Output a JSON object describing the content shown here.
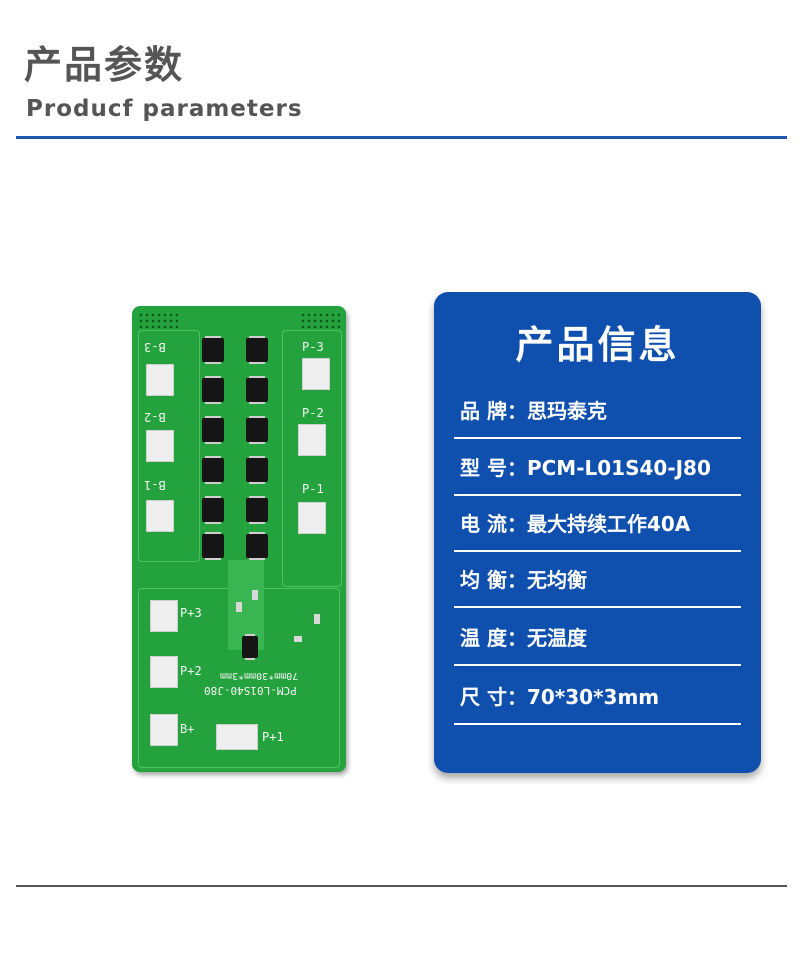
{
  "header": {
    "title_cn": "产品参数",
    "title_en": "Producf  parameters"
  },
  "pcb": {
    "label_b3": "B-3",
    "label_b2": "B-2",
    "label_b1": "B-1",
    "label_p3": "P-3",
    "label_p2": "P-2",
    "label_p1": "P-1",
    "label_pp3": "P+3",
    "label_pp2": "P+2",
    "label_bp": "B+",
    "label_pp1": "P+1",
    "model_silk": "PCM-L01S40-J80",
    "size_silk": "70mm*30mm*3mm"
  },
  "card": {
    "title": "产品信息",
    "rows": [
      "品 牌：思玛泰克",
      "型  号：PCM-L01S40-J80",
      "电  流：最大持续工作40A",
      "均  衡：无均衡",
      "温  度：无温度",
      "尺  寸：70*30*3mm"
    ]
  },
  "colors": {
    "accent": "#1f58b3",
    "card_bg": "#0f4fad",
    "pcb_green": "#23a23d"
  }
}
